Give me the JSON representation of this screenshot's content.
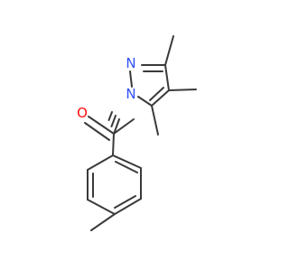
{
  "molecule": {
    "atoms": [
      {
        "id": "O",
        "symbol": "O",
        "color": "#ff0d0d"
      },
      {
        "id": "N1",
        "symbol": "N",
        "color": "#3050f8"
      },
      {
        "id": "N2",
        "symbol": "N",
        "color": "#3050f8"
      }
    ],
    "bond_color": "#3a3a3a"
  }
}
